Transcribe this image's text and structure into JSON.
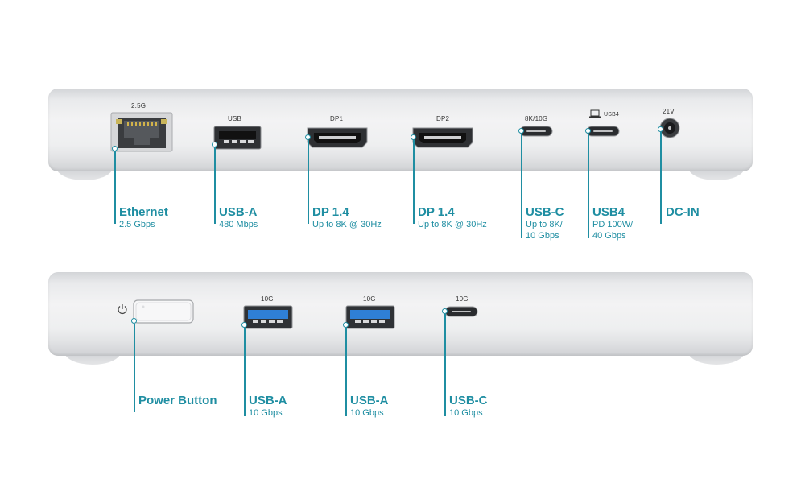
{
  "top_panel": {
    "port_labels": {
      "ethernet": "2.5G",
      "usb": "USB",
      "dp1": "DP1",
      "dp2": "DP2",
      "usbc": "8K/10G",
      "usb4": "USB4",
      "dcin": "21V"
    },
    "callouts": [
      {
        "title": "Ethernet",
        "desc": [
          "2.5 Gbps"
        ]
      },
      {
        "title": "USB-A",
        "desc": [
          "480 Mbps"
        ]
      },
      {
        "title": "DP 1.4",
        "desc": [
          "Up to 8K @ 30Hz"
        ]
      },
      {
        "title": "DP 1.4",
        "desc": [
          "Up to 8K @ 30Hz"
        ]
      },
      {
        "title": "USB-C",
        "desc": [
          "Up to 8K/",
          "10 Gbps"
        ]
      },
      {
        "title": "USB4",
        "desc": [
          "PD 100W/",
          "40 Gbps"
        ]
      },
      {
        "title": "DC-IN",
        "desc": []
      }
    ]
  },
  "bottom_panel": {
    "port_labels": {
      "usba1": "10G",
      "usba2": "10G",
      "usbc": "10G"
    },
    "callouts": [
      {
        "title": "Power Button",
        "desc": []
      },
      {
        "title": "USB-A",
        "desc": [
          "10 Gbps"
        ]
      },
      {
        "title": "USB-A",
        "desc": [
          "10 Gbps"
        ]
      },
      {
        "title": "USB-C",
        "desc": [
          "10 Gbps"
        ]
      }
    ]
  },
  "colors": {
    "accent": "#1f8ea2",
    "usb3_blue": "#2f7fd6",
    "body_silver": "#ececed"
  },
  "icons": [
    "power-icon",
    "laptop-icon",
    "ethernet-port-icon",
    "usb-a-port-icon",
    "displayport-icon",
    "usb-c-port-icon",
    "dc-jack-icon"
  ]
}
